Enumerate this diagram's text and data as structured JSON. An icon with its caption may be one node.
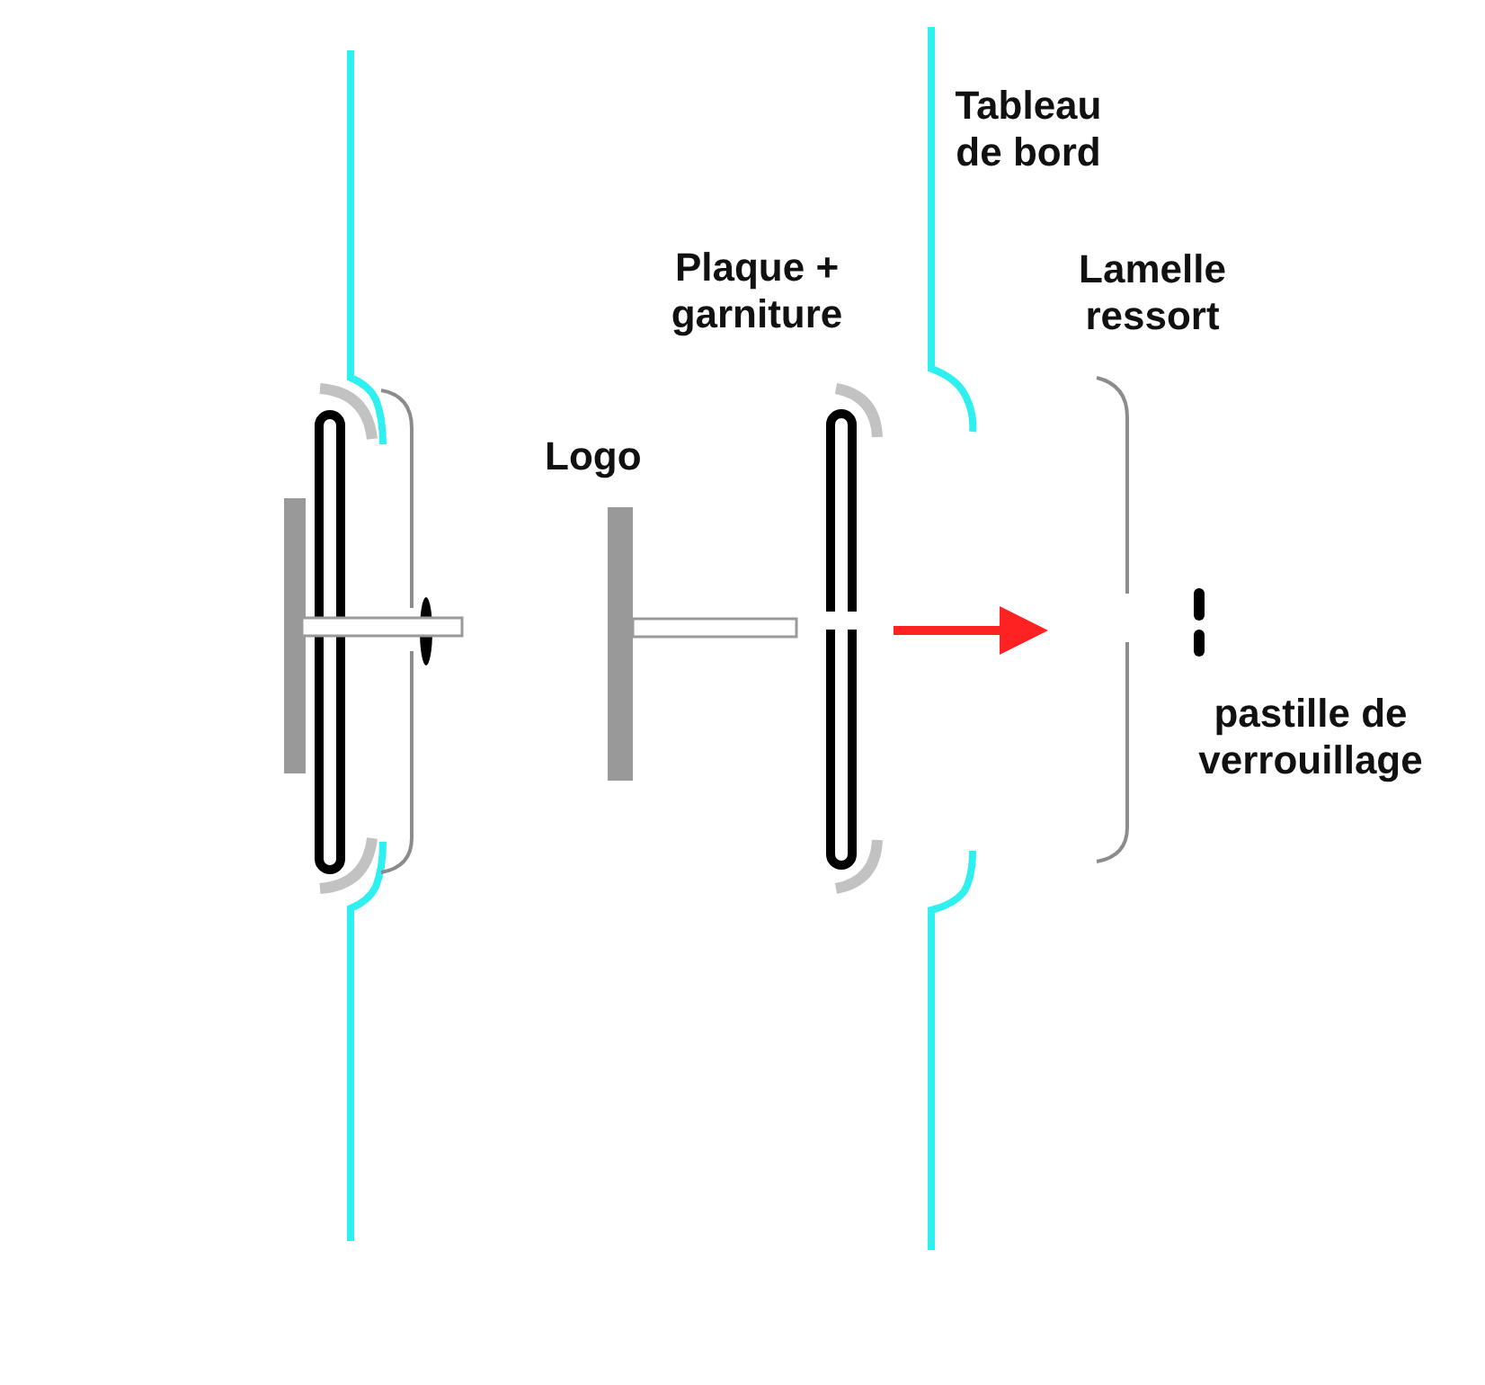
{
  "diagram": {
    "labels": [
      "Tableau de bord",
      "Plaque + garniture",
      "Lamelle ressort",
      "Logo",
      "pastille de verrouillage"
    ]
  }
}
